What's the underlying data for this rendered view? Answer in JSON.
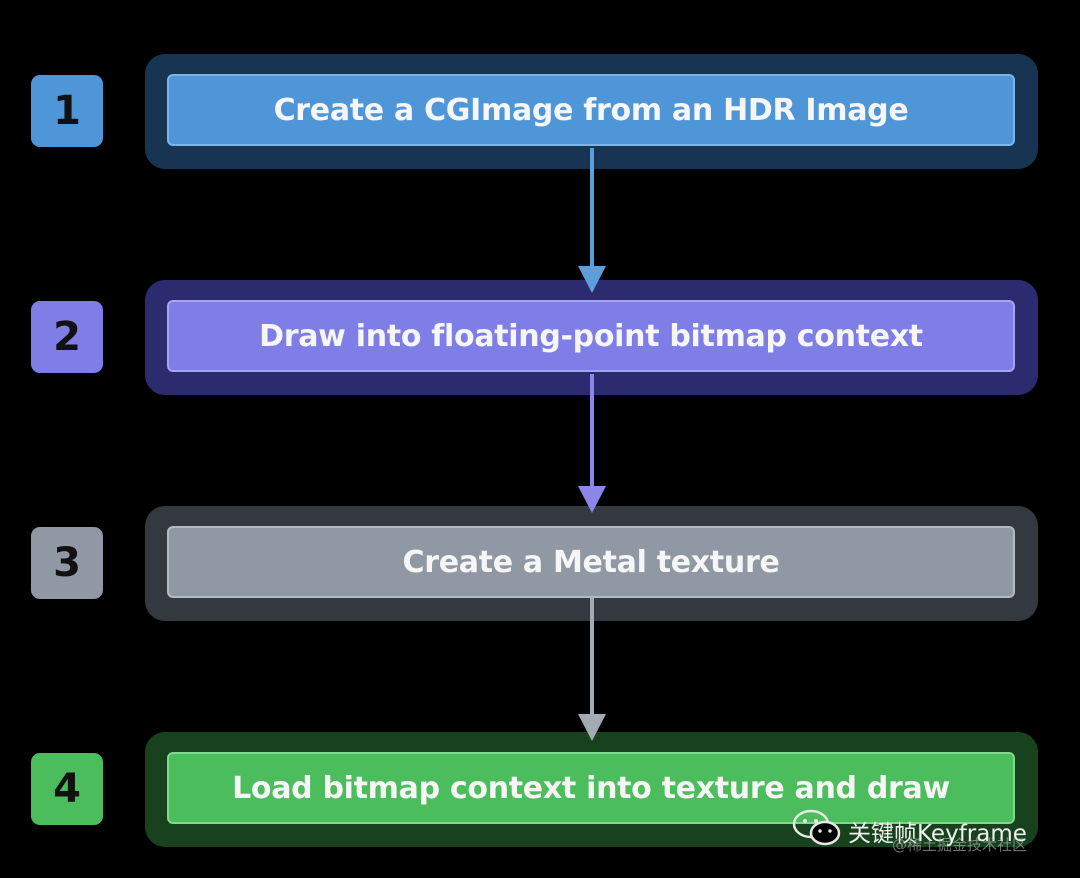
{
  "steps": [
    {
      "number": "1",
      "label": "Create a CGImage from an HDR Image",
      "color": "#4f96d8",
      "outer_color": "#173452",
      "border_color": "#7db4e6",
      "arrow_color": "#5d9fdc"
    },
    {
      "number": "2",
      "label": "Draw into floating-point bitmap context",
      "color": "#7e7ee6",
      "outer_color": "#2d2b70",
      "border_color": "#a7a5f2",
      "arrow_color": "#8c86e8"
    },
    {
      "number": "3",
      "label": "Create a Metal texture",
      "color": "#8f98a3",
      "outer_color": "#33393f",
      "border_color": "#b3bac3",
      "arrow_color": "#a4aab3"
    },
    {
      "number": "4",
      "label": "Load bitmap context into texture and draw",
      "color": "#4bbd5c",
      "outer_color": "#17421d",
      "border_color": "#7fd88c"
    }
  ],
  "watermark": {
    "name": "关键帧Keyframe",
    "sub": "@稀土掘金技术社区"
  }
}
